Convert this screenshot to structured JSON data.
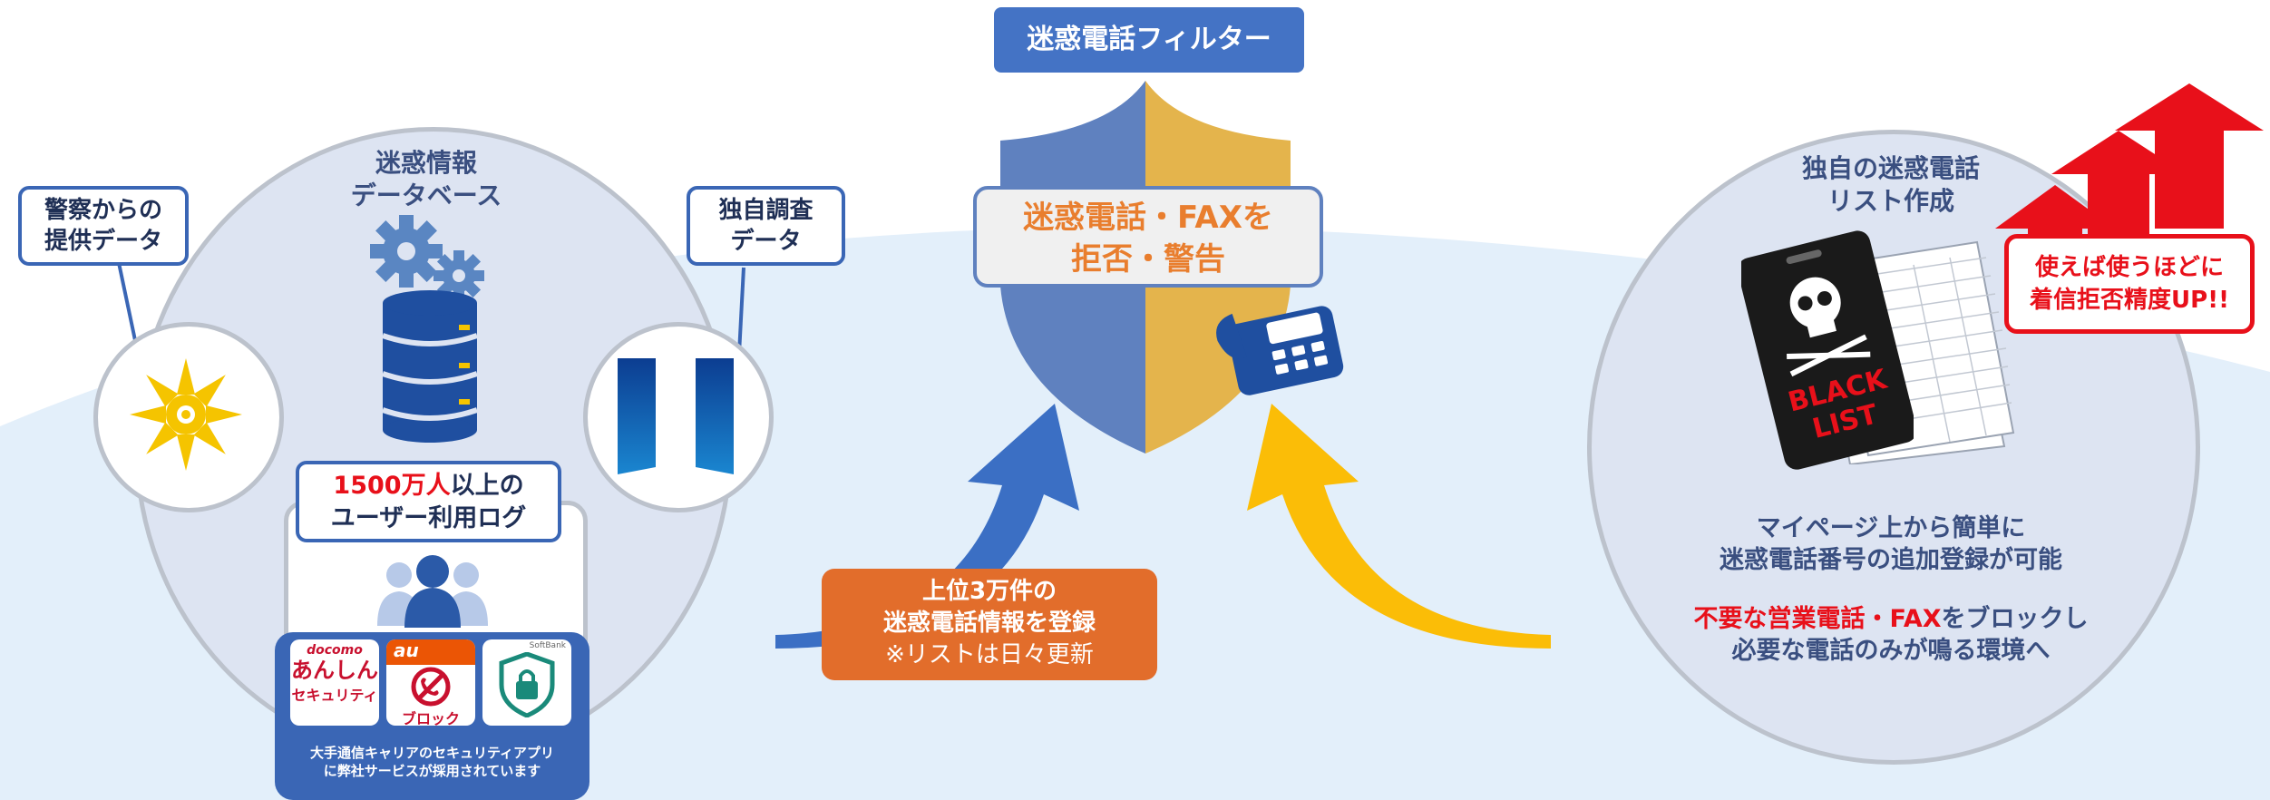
{
  "title": "迷惑電話フィルター",
  "shield": {
    "line1": "迷惑電話・FAXを",
    "line2": "拒否・警告"
  },
  "database": {
    "line1": "迷惑情報",
    "line2": "データベース"
  },
  "police": {
    "line1": "警察からの",
    "line2": "提供データ"
  },
  "survey": {
    "line1": "独自調査",
    "line2": "データ"
  },
  "userlog": {
    "highlight": "1500万人",
    "rest": "以上の",
    "line2": "ユーザー利用ログ"
  },
  "carriers": {
    "docomo_brand": "docomo",
    "docomo_line1": "あんしん",
    "docomo_line2": "セキュリティ",
    "au_brand": "au",
    "au_label": "ブロック",
    "softbank_brand": "SoftBank",
    "caption_line1": "大手通信キャリアのセキュリティアプリ",
    "caption_line2": "に弊社サービスが採用されています"
  },
  "register": {
    "line1": "上位3万件の",
    "line2": "迷惑電話情報を登録",
    "line3": "※リストは日々更新"
  },
  "right": {
    "title1": "独自の迷惑電話",
    "title2": "リスト作成",
    "blacklist1": "BLACK",
    "blacklist2": "LIST",
    "desc1": "マイページ上から簡単に",
    "desc2": "迷惑電話番号の追加登録が可能",
    "desc3_red": "不要な営業電話・FAX",
    "desc3_rest": "をブロックし",
    "desc4": "必要な電話のみが鳴る環境へ"
  },
  "badge": {
    "line1": "使えば使うほどに",
    "line2": "着信拒否精度UP!!"
  },
  "colors": {
    "blue": "#3a66b5",
    "orange": "#e06c2a",
    "red": "#e8101a",
    "yellow": "#f5c400",
    "circle": "#dde4f2"
  }
}
